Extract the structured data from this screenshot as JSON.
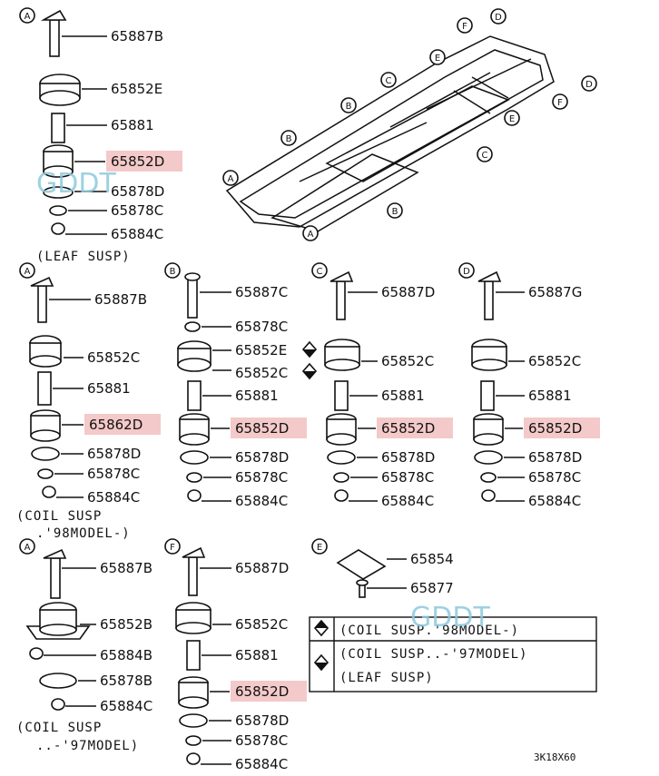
{
  "groups": {
    "leaf": {
      "circle": "A",
      "parts": [
        "65887B",
        "65852E",
        "65881",
        "65852D",
        "65878D",
        "65878C",
        "65884C"
      ],
      "highlight": [
        3
      ],
      "note": [
        "(LEAF SUSP)"
      ]
    },
    "coil_a": {
      "circle": "A",
      "parts": [
        "65887B",
        "65852C",
        "65881",
        "65862D",
        "65878D",
        "65878C",
        "65884C"
      ],
      "highlight": [
        3
      ],
      "note": [
        "(COIL SUSP",
        " .'98MODEL-)"
      ]
    },
    "b": {
      "circle": "B",
      "parts": [
        "65887C",
        "65878C",
        "65852E",
        "65852C",
        "65881",
        "65852D",
        "65878D",
        "65878C",
        "65884C"
      ],
      "highlight": [
        5
      ]
    },
    "c": {
      "circle": "C",
      "parts": [
        "65887D",
        "65852C",
        "65881",
        "65852D",
        "65878D",
        "65878C",
        "65884C"
      ],
      "highlight": [
        3
      ]
    },
    "d": {
      "circle": "D",
      "parts": [
        "65887G",
        "65852C",
        "65881",
        "65852D",
        "65878D",
        "65878C",
        "65884C"
      ],
      "highlight": [
        3
      ]
    },
    "coil_a97": {
      "circle": "A",
      "parts": [
        "65887B",
        "65852B",
        "65884B",
        "65878B",
        "65884C"
      ],
      "note": [
        "(COIL SUSP",
        " ..-'97MODEL)"
      ]
    },
    "f": {
      "circle": "F",
      "parts": [
        "65887D",
        "65852C",
        "65881",
        "65852D",
        "65878D",
        "65878C",
        "65884C"
      ],
      "highlight": [
        3
      ]
    },
    "e": {
      "circle": "E",
      "parts": [
        "65854",
        "65877"
      ]
    }
  },
  "frame_labels": [
    "A",
    "A",
    "B",
    "B",
    "B",
    "C",
    "C",
    "D",
    "D",
    "E",
    "E",
    "F",
    "F"
  ],
  "legend": {
    "row1": "(COIL SUSP.'98MODEL-)",
    "row2a": "(COIL SUSP..-'97MODEL)",
    "row2b": "(LEAF SUSP)"
  },
  "watermark": "GDDT",
  "figure_code": "3K18X60",
  "colors": {
    "highlight": "#f4c9c9",
    "watermark": "#8ec9dc",
    "line": "#111111"
  }
}
